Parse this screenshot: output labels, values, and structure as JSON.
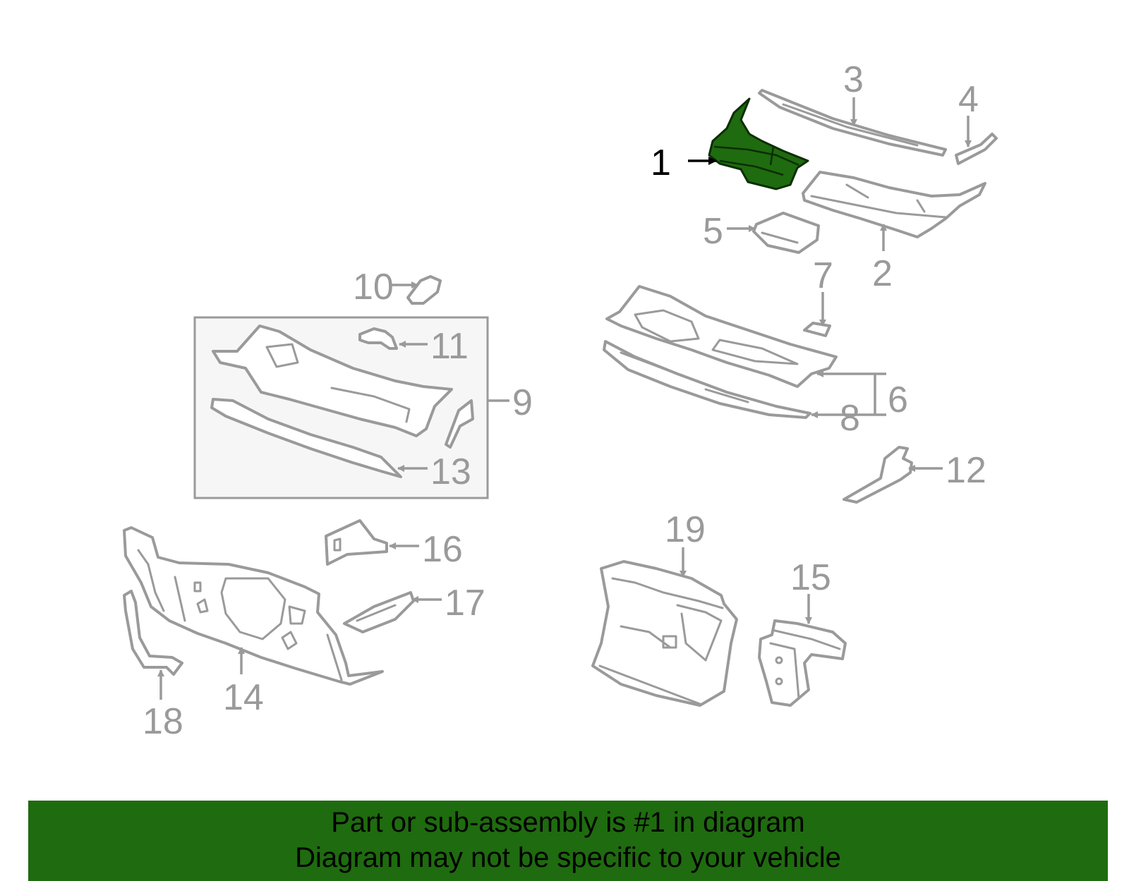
{
  "diagram": {
    "highlighted_part": "1",
    "colors": {
      "highlight": "#1f6b0f",
      "part_outline": "#9a9a9a",
      "kit_box": "#f6f6f6"
    },
    "callouts": {
      "c1": "1",
      "c2": "2",
      "c3": "3",
      "c4": "4",
      "c5": "5",
      "c6": "6",
      "c7": "7",
      "c8": "8",
      "c9": "9",
      "c10": "10",
      "c11": "11",
      "c12": "12",
      "c13": "13",
      "c14": "14",
      "c15": "15",
      "c16": "16",
      "c17": "17",
      "c18": "18",
      "c19": "19"
    }
  },
  "banner": {
    "line1": "Part or sub-assembly is #1 in diagram",
    "line2": "Diagram may not be specific to your vehicle"
  }
}
